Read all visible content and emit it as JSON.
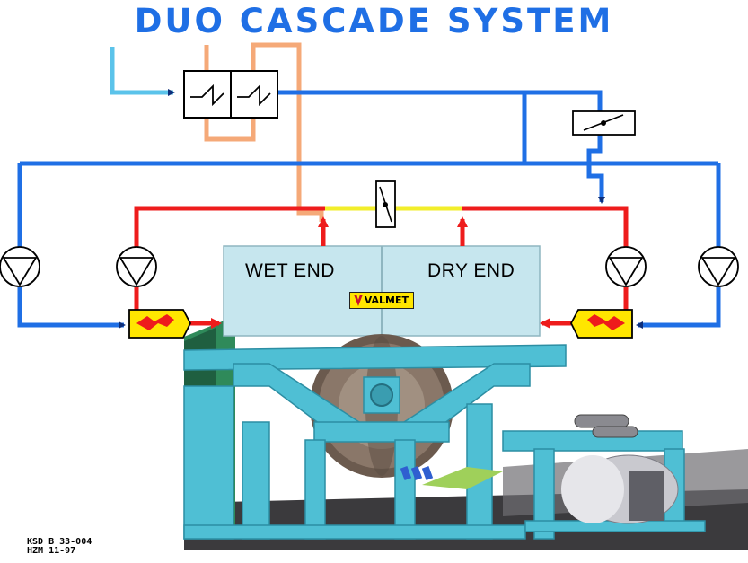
{
  "title": "DUO CASCADE SYSTEM",
  "hood": {
    "wet_end_label": "WET END",
    "dry_end_label": "DRY END"
  },
  "brand": "VALMET",
  "doc_ref": {
    "line1": "KSD B 33-004",
    "line2": "HZM 11-97"
  },
  "colors": {
    "title": "#1f6fe5",
    "supply_air": "#1f6fe5",
    "fresh_air": "#5bc3ea",
    "hot_air": "#ee1c1c",
    "exhaust": "#f5a978",
    "crossover": "#f2ee2a",
    "burner": "#ffe600",
    "flame": "#ee1c1c",
    "hood": "#c6e6ee",
    "machine_frame": "#4fbfd4"
  },
  "icons": {
    "heat_recovery_exchangers": "plate-heat-exchanger-icon",
    "dampers": "damper-valve-icon",
    "fans": "fan-icon",
    "burners": "burner-icon"
  }
}
